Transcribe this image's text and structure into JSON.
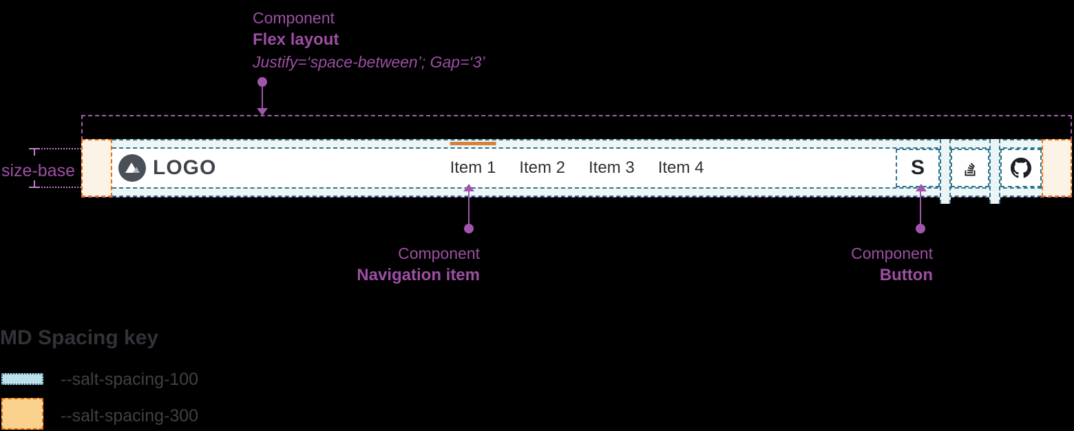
{
  "annotations": {
    "flex": {
      "kicker": "Component",
      "title": "Flex layout",
      "detail": "Justify=‘space-between’; Gap=‘3’"
    },
    "nav_item": {
      "kicker": "Component",
      "title": "Navigation item"
    },
    "button": {
      "kicker": "Component",
      "title": "Button"
    },
    "size_base_label": "size-base"
  },
  "navbar": {
    "logo_text": "LOGO",
    "items": [
      {
        "label": "Item 1",
        "active": true
      },
      {
        "label": "Item 2",
        "active": false
      },
      {
        "label": "Item 3",
        "active": false
      },
      {
        "label": "Item 4",
        "active": false
      }
    ],
    "buttons": [
      {
        "icon": "stackoverflow-s-icon",
        "glyph": "S"
      },
      {
        "icon": "stackoverflow-icon"
      },
      {
        "icon": "github-icon"
      }
    ]
  },
  "legend": {
    "title": "MD Spacing key",
    "entries": [
      {
        "swatch": "spacing-100",
        "label": "--salt-spacing-100"
      },
      {
        "swatch": "spacing-300",
        "label": "--salt-spacing-300"
      }
    ]
  },
  "colors": {
    "page_bg": "#000000",
    "annotation_purple": "#9C4FA3",
    "outline_purple": "#A55FB0",
    "bracket_purple": "#C77FD2",
    "spacing_100_border": "#26768C",
    "spacing_100_fill": "#BCDFE9",
    "spacing_100_fill_light": "#EEF5F7",
    "spacing_300_border": "#E8740F",
    "spacing_300_fill": "#FBD28D",
    "spacing_300_fill_light": "#FAF3E6",
    "active_indicator": "#D6813C",
    "navbar_bg": "#FFFFFF",
    "text_dark": "#2E3135"
  }
}
